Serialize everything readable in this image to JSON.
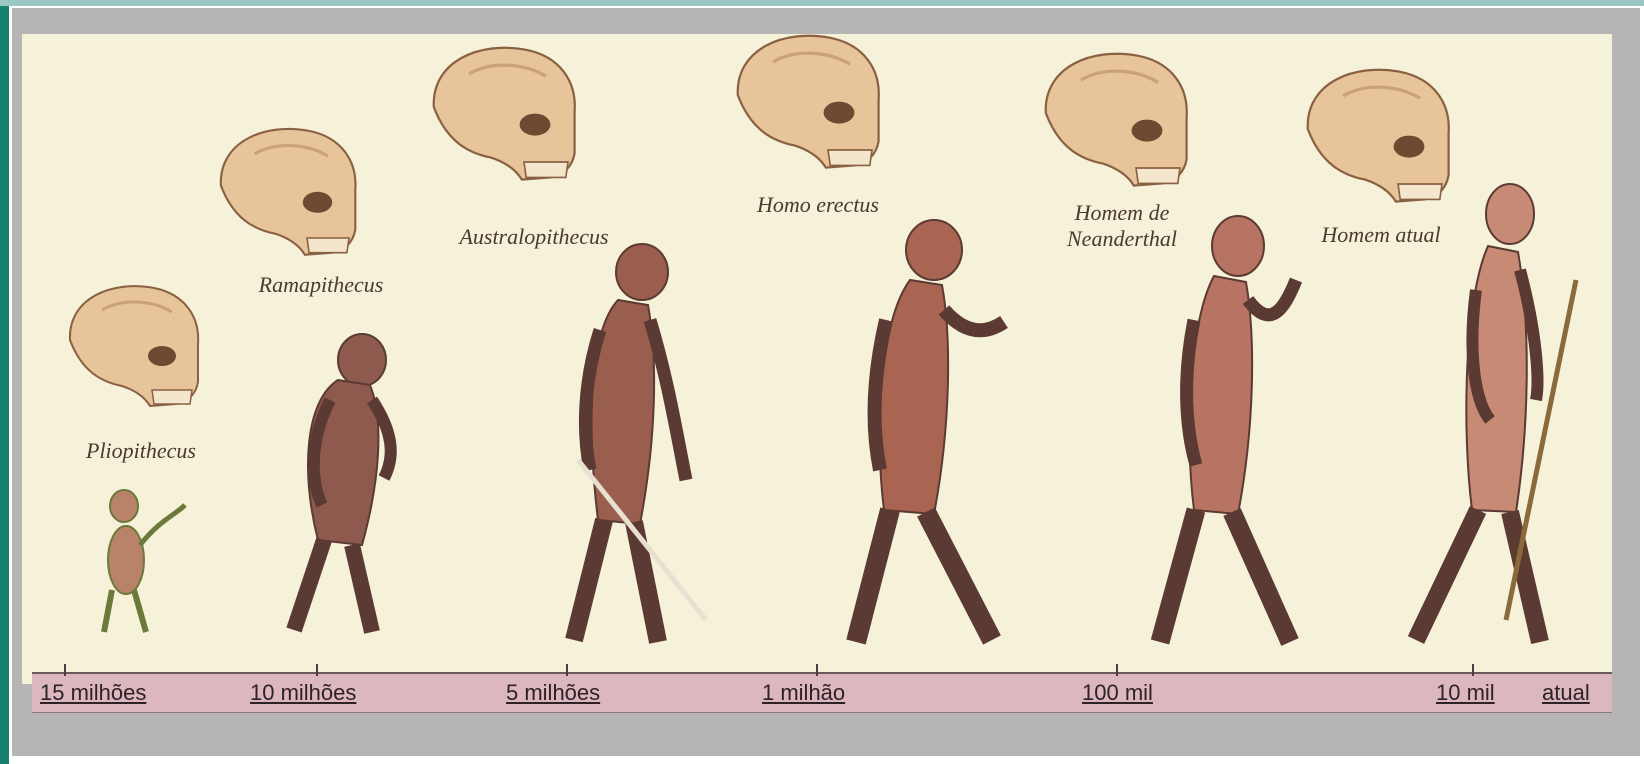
{
  "species": [
    {
      "id": "pliopithecus",
      "label": "Pliopithecus"
    },
    {
      "id": "ramapithecus",
      "label": "Ramapithecus"
    },
    {
      "id": "australopithecus",
      "label": "Australopithecus"
    },
    {
      "id": "homo-erectus",
      "label": "Homo erectus"
    },
    {
      "id": "neanderthal",
      "label": "Homem de Neanderthal"
    },
    {
      "id": "homem-atual",
      "label": "Homem atual"
    }
  ],
  "timeline": [
    {
      "label": "15 milhões"
    },
    {
      "label": "10 milhões"
    },
    {
      "label": "5 milhões"
    },
    {
      "label": "1 milhão"
    },
    {
      "label": "100 mil"
    },
    {
      "label": "10 mil"
    },
    {
      "label": "atual"
    }
  ],
  "colors": {
    "skull": "#e8c49a",
    "skin": "#b06e58",
    "panel": "#f6f1d9",
    "timeline": "#ddb7c0"
  }
}
